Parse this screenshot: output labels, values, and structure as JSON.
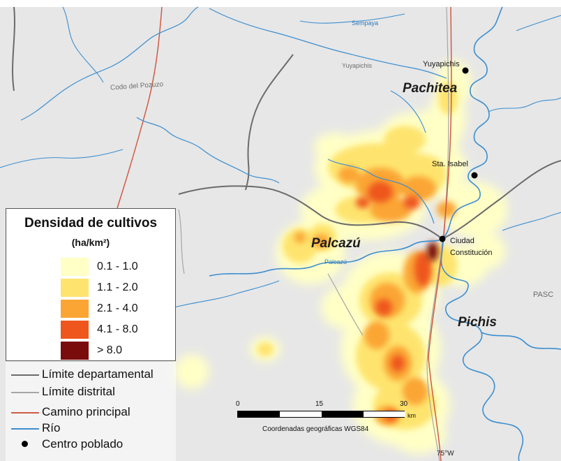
{
  "map": {
    "legend": {
      "title": "Densidad de cultivos",
      "unit": "(ha/km²)",
      "classes": [
        {
          "label": "0.1 - 1.0",
          "color": "#ffffc6"
        },
        {
          "label": "1.1 - 2.0",
          "color": "#fee46e"
        },
        {
          "label": "2.1 - 4.0",
          "color": "#fba535"
        },
        {
          "label": "4.1 - 8.0",
          "color": "#ee561d"
        },
        {
          "label": "> 8.0",
          "color": "#7a0c0c"
        }
      ],
      "lines": {
        "department": {
          "label": "Límite departamental",
          "color": "#6b6b6b"
        },
        "district": {
          "label": "Límite distrital",
          "color": "#a6a6a6"
        },
        "road": {
          "label": "Camino principal",
          "color": "#d05a45"
        },
        "river": {
          "label": "Río",
          "color": "#3b8ed0"
        },
        "town": {
          "label": "Centro poblado",
          "color": "#000000"
        }
      }
    },
    "provinces": {
      "pachitea": "Pachitea",
      "palcazu": "Palcazú",
      "pichis": "Pichis"
    },
    "region_label": "PASC",
    "towns": {
      "yuyapichis": "Yuyapichis",
      "sta_isabel": "Sta. Isabel",
      "ciudad_constitucion": "Ciudad Constitución"
    },
    "minor_labels": {
      "codo_del_pozuzo": "Codo del Pozuzo",
      "yuyapichis_district": "Yuyapichis",
      "sempaya": "Sempaya",
      "palcazu_river": "Palcazú"
    },
    "scale_bar": {
      "ticks": [
        "0",
        "15",
        "30"
      ],
      "unit": "km",
      "note": "Coordenadas geográficas WGS84"
    },
    "graticule_label": "75°W",
    "background_color": "#e7e7e7"
  }
}
